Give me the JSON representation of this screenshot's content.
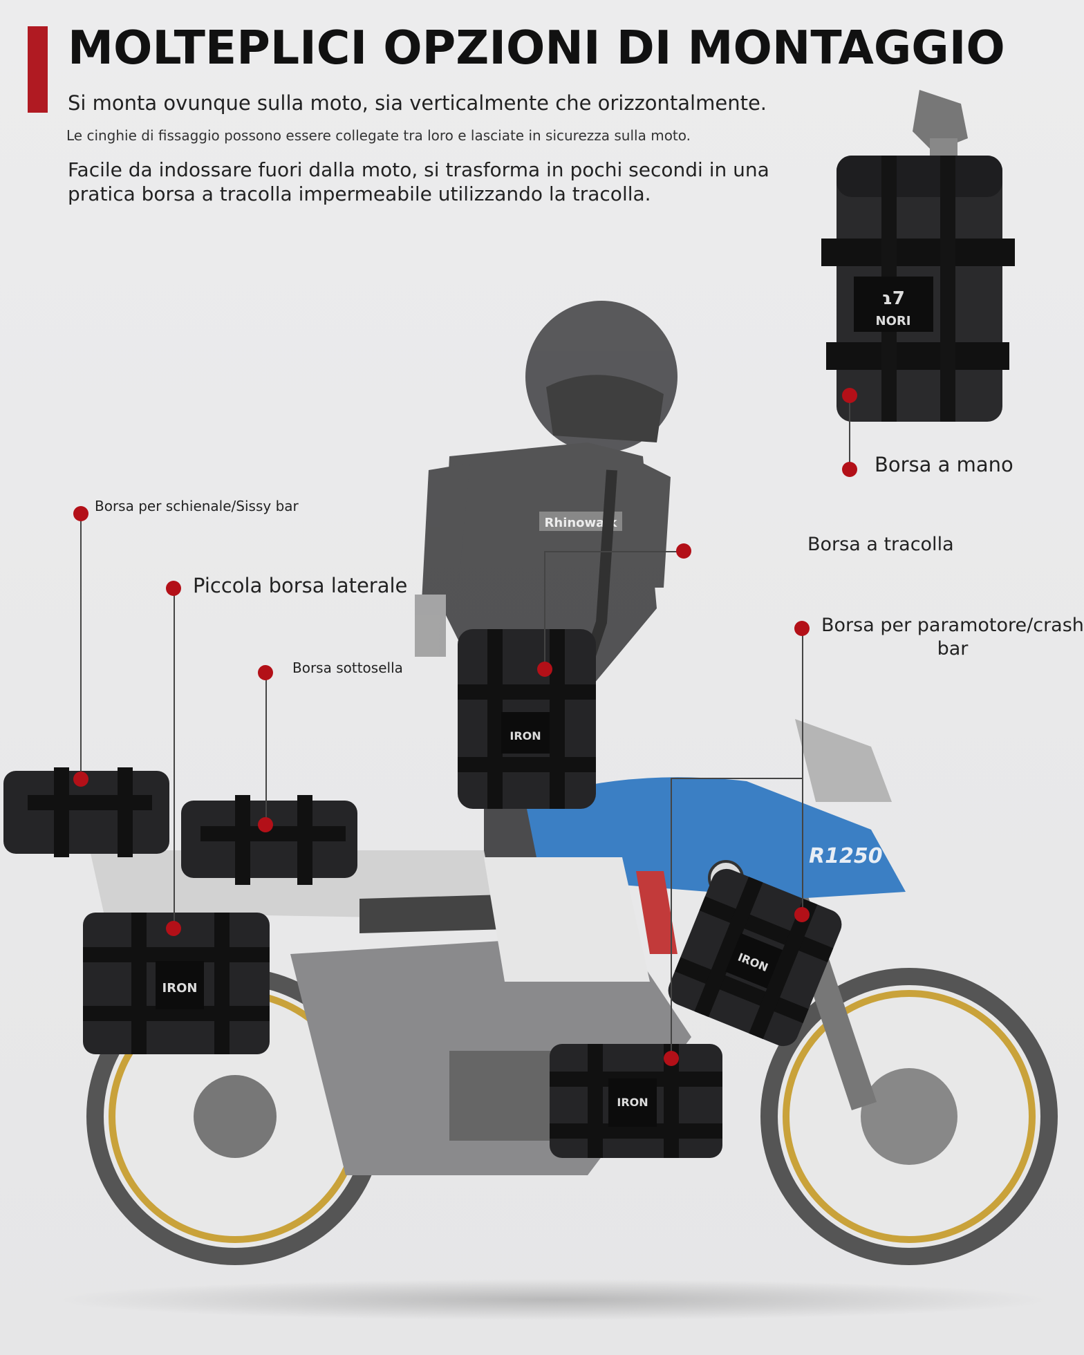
{
  "header": {
    "title": "MOLTEPLICI OPZIONI DI MONTAGGIO",
    "subtitle": "Si monta ovunque sulla moto, sia verticalmente che orizzontalmente.",
    "small_note": "Le cinghie di fissaggio possono essere collegate tra loro e lasciate in sicurezza sulla moto.",
    "description_line1": "Facile da indossare fuori dalla moto, si trasforma in pochi secondi in una",
    "description_line2": "pratica borsa a tracolla impermeabile utilizzando la tracolla."
  },
  "labels": {
    "borsa_a_mano": "Borsa a mano",
    "borsa_a_tracolla": "Borsa a tracolla",
    "sissy_bar": "Borsa per schienale/Sissy bar",
    "piccola_borsa_laterale": "Piccola borsa laterale",
    "borsa_sottosella": "Borsa sottosella",
    "crash_bar_line1": "Borsa per paramotore/crash",
    "crash_bar_line2": "bar"
  },
  "product": {
    "brand_logo_text": "IRON",
    "shirt_text": "Rhinowalk",
    "bike_model_text": "R1250"
  },
  "colors": {
    "accent": "#b01a22",
    "dot": "#b31018",
    "bag": "#1c1c1e",
    "tank_blue": "#3b7fc4"
  }
}
